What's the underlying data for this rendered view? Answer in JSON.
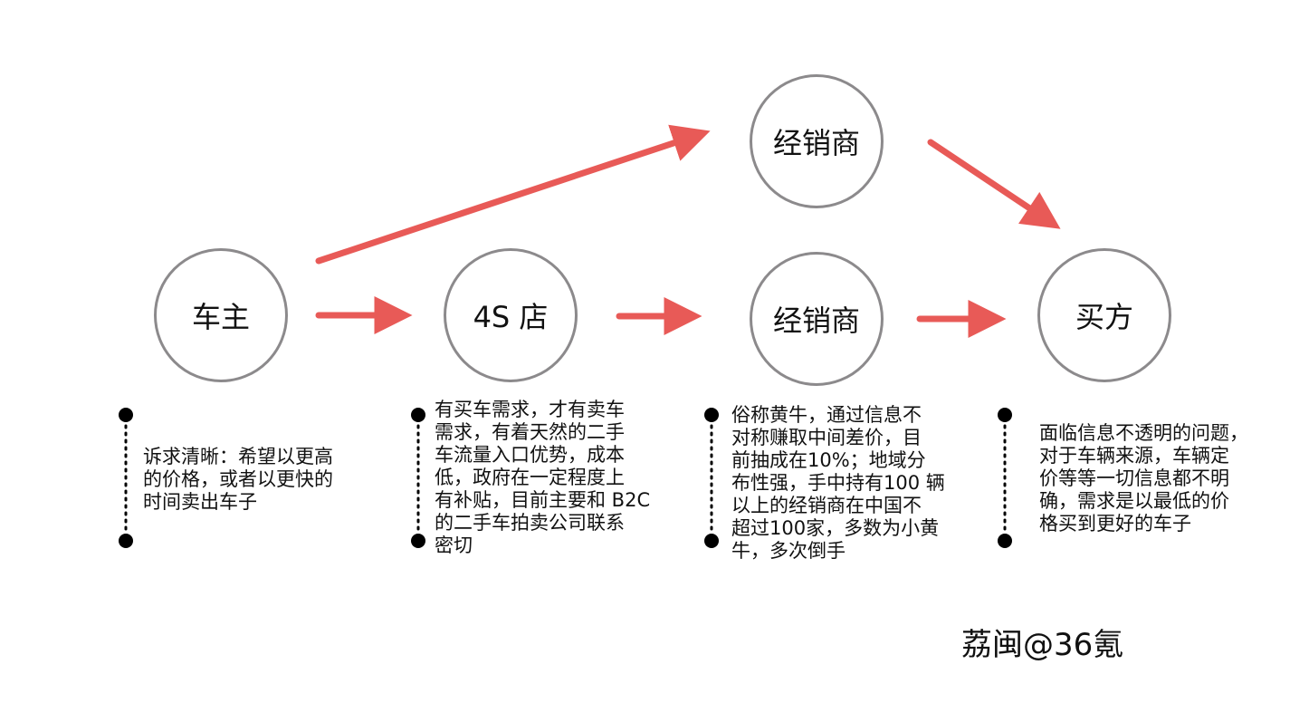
{
  "nodes": {
    "owner": "车主",
    "dealer_4s": "4S 店",
    "broker_top": "经销商",
    "broker_mid": "经销商",
    "buyer": "买方"
  },
  "descriptions": {
    "owner": "诉求清晰：希望以更高\n的价格，或者以更快的\n时间卖出车子",
    "dealer_4s": "有买车需求，才有卖车\n需求，有着天然的二手\n车流量入口优势，成本\n低，政府在一定程度上\n有补贴，目前主要和 B2C\n的二手车拍卖公司联系\n密切",
    "broker": "俗称黄牛，通过信息不\n对称赚取中间差价，目\n前抽成在10%；地域分\n布性强，手中持有100 辆\n以上的经销商在中国不\n超过100家，多数为小黄\n牛，多次倒手",
    "buyer": "面临信息不透明的问题，\n对于车辆来源，车辆定\n价等等一切信息都不明\n确，需求是以最低的价\n格买到更好的车子"
  },
  "watermark": "荔闽@36氪",
  "colors": {
    "arrow": "#e85a57",
    "circle_border": "#8c8a8c",
    "text": "#111111",
    "dot": "#000000"
  }
}
